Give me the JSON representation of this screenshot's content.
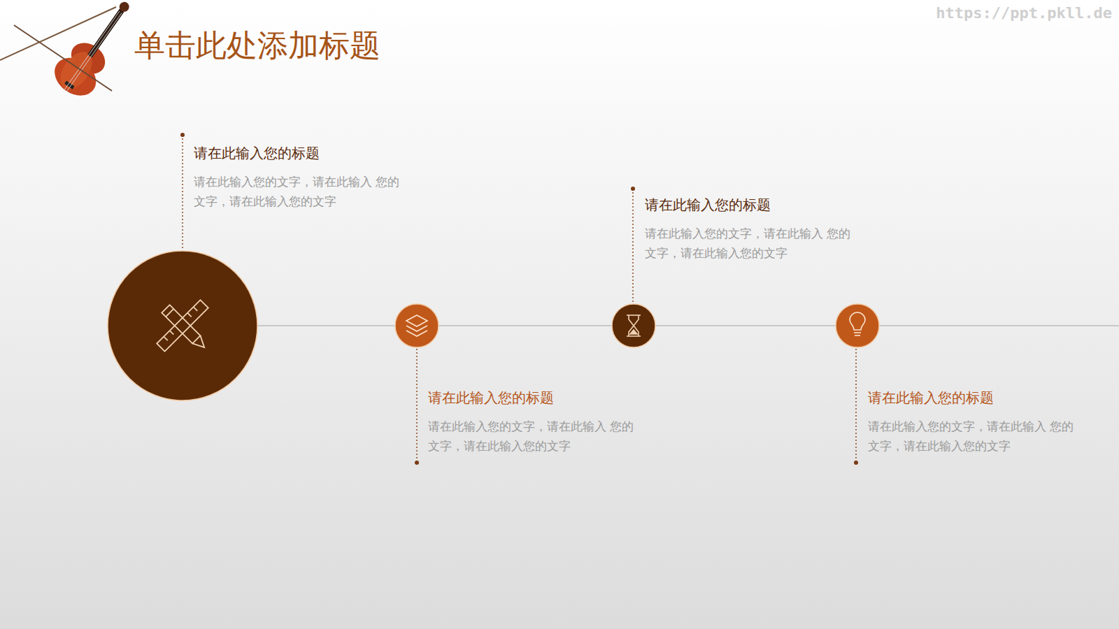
{
  "diagram": {
    "title": "单击此处添加标题",
    "nodes": [
      {
        "text": [
          "请在此输入您的标题",
          "请在此输入您的文字，请在此输入 您的文字，请在此输入您的文字"
        ]
      },
      {
        "text": [
          "请在此输入您的标题",
          "请在此输入您的文字，请在此输入 您的文字，请在此输入您的文字"
        ]
      },
      {
        "text": [
          "请在此输入您的标题",
          "请在此输入您的文字，请在此输入 您的文字，请在此输入您的文字"
        ]
      },
      {
        "text": [
          "请在此输入您的标题",
          "请在此输入您的文字，请在此输入 您的文字，请在此输入您的文字"
        ]
      }
    ],
    "edges": [
      {
        "from": 0,
        "to": 1,
        "arrow": "none"
      },
      {
        "from": 1,
        "to": 2,
        "arrow": "none"
      },
      {
        "from": 2,
        "to": 3,
        "arrow": "none"
      }
    ],
    "labels": [
      "https://ppt.pkll.de"
    ]
  }
}
